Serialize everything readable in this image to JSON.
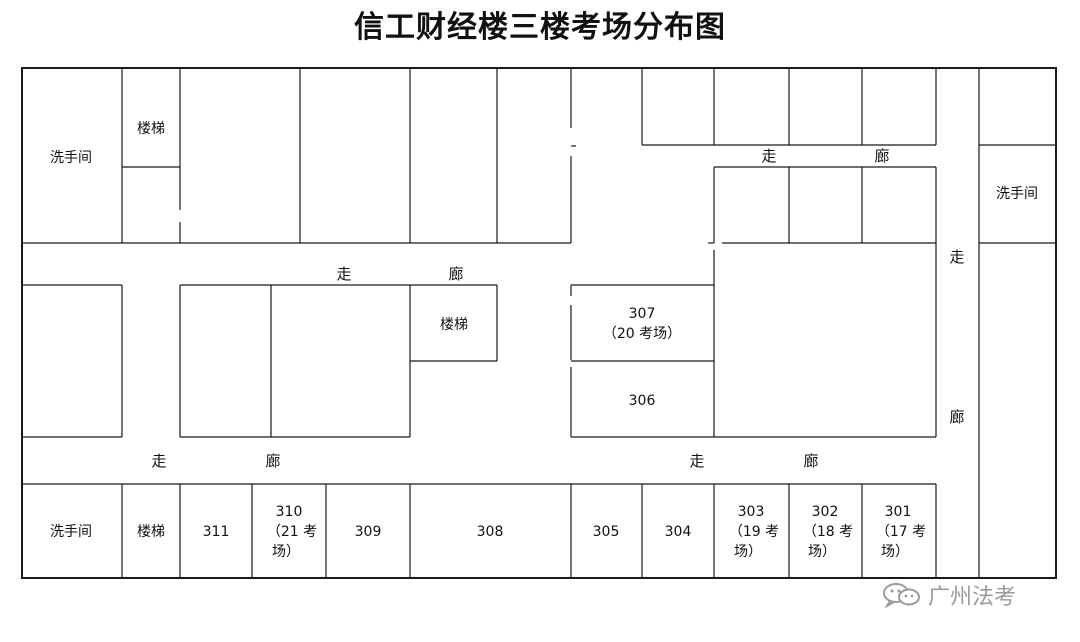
{
  "title": "信工财经楼三楼考场分布图",
  "colors": {
    "line": "#1a1a1a",
    "background": "#ffffff",
    "watermark": "#9a9a9a"
  },
  "rooms": {
    "washroom_top_left": "洗手间",
    "stairs_top_left": "楼梯",
    "washroom_top_right": "洗手间",
    "stairs_middle": "楼梯",
    "room_307": [
      "307",
      "（20 考场）"
    ],
    "room_306": "306",
    "washroom_bottom_left": "洗手间",
    "stairs_bottom_left": "楼梯",
    "room_311": "311",
    "room_310": [
      "310",
      "（21 考",
      "场）"
    ],
    "room_309": "309",
    "room_308": "308",
    "room_305": "305",
    "room_304": "304",
    "room_303": [
      "303",
      "（19 考",
      "场）"
    ],
    "room_302": [
      "302",
      "（18 考",
      "场）"
    ],
    "room_301": [
      "301",
      "（17 考",
      "场）"
    ]
  },
  "corridors": {
    "zou": "走",
    "lang": "廊"
  },
  "watermark": {
    "icon": "wechat-icon",
    "text": "广州法考"
  }
}
